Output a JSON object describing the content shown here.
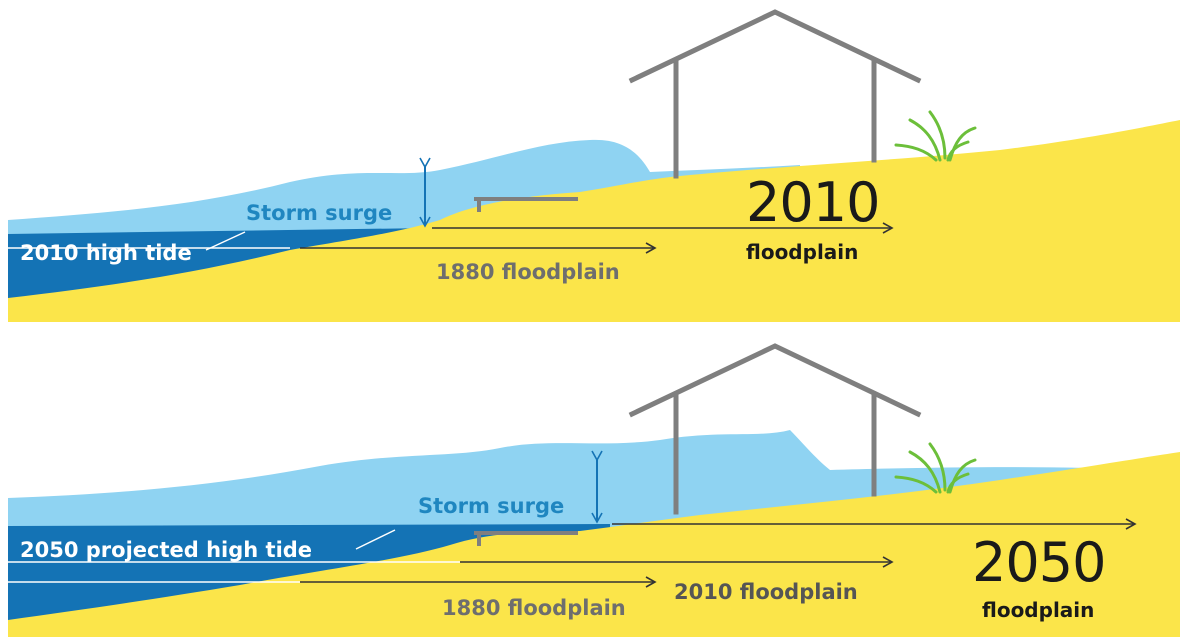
{
  "panels": [
    {
      "storm_surge_label": "Storm surge",
      "high_tide_label": "2010 high tide",
      "floodplain_old_label": "1880 floodplain",
      "floodplain_year": "2010",
      "floodplain_word": "floodplain"
    },
    {
      "storm_surge_label": "Storm surge",
      "high_tide_label": "2050 projected high tide",
      "floodplain_old_label": "1880 floodplain",
      "floodplain_mid_label": "2010 floodplain",
      "floodplain_year": "2050",
      "floodplain_word": "floodplain"
    }
  ],
  "colors": {
    "land": "#fbe54a",
    "surge_water": "#8fd3f2",
    "tide_water": "#1473b5",
    "house": "#7f7f7f",
    "arrow": "#333333",
    "grass": "#6cbf3a"
  }
}
